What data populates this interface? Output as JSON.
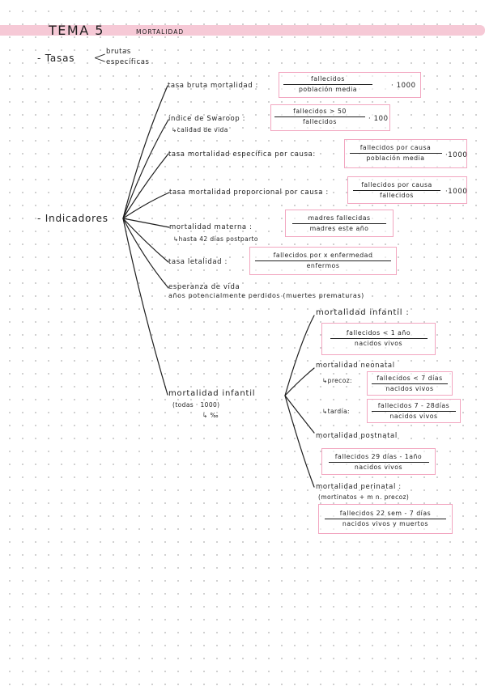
{
  "header": {
    "tema": "TEMA 5",
    "subject": "MORTALIDAD"
  },
  "tasas": {
    "label": "- Tasas",
    "brace": "<",
    "items": [
      "brutas",
      "específicas"
    ]
  },
  "indicadores": {
    "label": "- Indicadores"
  },
  "nodes": {
    "tasa_bruta": {
      "label": "tasa bruta mortalidad :",
      "num": "fallecidos",
      "den": "población media",
      "factor": "· 1000"
    },
    "swaroop": {
      "label": "índice de Swaroop :",
      "num": "fallecidos > 50",
      "den": "fallecidos",
      "factor": "· 100",
      "note": "↳calidad de vida"
    },
    "especifica": {
      "label": "tasa mortalidad específica por causa:",
      "num": "fallecidos por causa",
      "den": "población media",
      "factor": "·1000"
    },
    "proporcional": {
      "label": "tasa mortalidad proporcional por causa :",
      "num": "fallecidos por causa",
      "den": "fallecidos",
      "factor": "·1000"
    },
    "materna": {
      "label": "mortalidad materna :",
      "num": "madres fallecidas",
      "den": "madres este año",
      "note": "↳hasta 42 días postparto"
    },
    "letalidad": {
      "label": "tasa letalidad :",
      "num": "fallecidos por x enfermedad",
      "den": "enfermos"
    },
    "esperanza": {
      "label": "esperanza de vida"
    },
    "anos_perdidos": {
      "label": "años potencialmente perdidos (muertes prematuras)"
    },
    "infantil_group": {
      "label": "mortalidad infantil",
      "note1": "(todas · 1000)",
      "note2": "↳ ‰"
    },
    "infantil": {
      "label": "mortalidad infantil :",
      "num": "fallecidos < 1 año",
      "den": "nacidos vivos"
    },
    "neonatal": {
      "label": "mortalidad neonatal",
      "precoz_label": "↳precoz:",
      "precoz_num": "fallecidos < 7 días",
      "precoz_den": "nacidos vivos",
      "tardia_label": "↳tardía:",
      "tardia_num": "fallecidos 7 - 28días",
      "tardia_den": "nacidos vivos"
    },
    "postnatal": {
      "label": "mortalidad postnatal",
      "num": "fallecidos 29 días - 1año",
      "den": "nacidos vivos"
    },
    "perinatal": {
      "label": "mortalidad perinatal :",
      "note": "(mortinatos + m n. precoz)",
      "num": "fallecidos 22 sem - 7 días",
      "den": "nacidos vivos y muertos"
    }
  },
  "colors": {
    "highlight": "#f6c9d6",
    "box_border": "#f2a6c0",
    "ink": "#1e1e1e",
    "dot_grid": "#c9c9c9"
  }
}
